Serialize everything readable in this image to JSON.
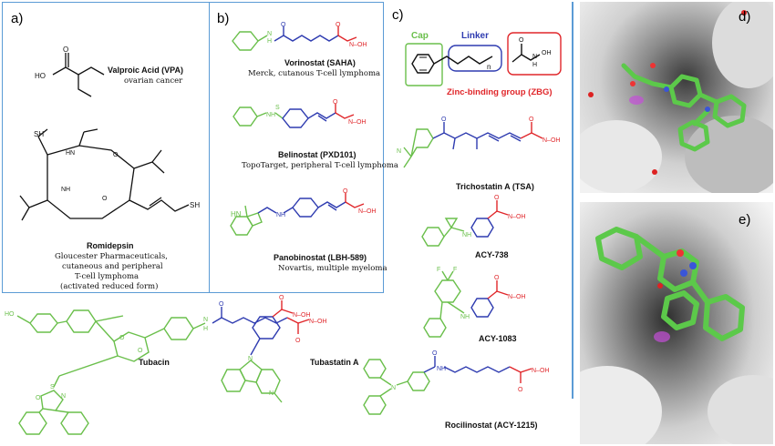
{
  "panels": {
    "a": {
      "label": "a)",
      "compounds": [
        {
          "name": "Valproic Acid (VPA)",
          "description": "ovarian cancer"
        },
        {
          "name": "Romidepsin",
          "description": [
            "Gloucester Pharmaceuticals,",
            "cutaneous and peripheral",
            "T-cell lymphoma",
            "(activated reduced form)"
          ]
        }
      ]
    },
    "b": {
      "label": "b)",
      "compounds": [
        {
          "name": "Vorinostat (SAHA)",
          "description": "Merck, cutanous T-cell lymphoma"
        },
        {
          "name": "Belinostat (PXD101)",
          "description": "TopoTarget, peripheral T-cell lymphoma"
        },
        {
          "name": "Panobinostat (LBH-589)",
          "description": "Novartis, multiple myeloma"
        }
      ]
    },
    "c": {
      "label": "c)",
      "pharmacophore": {
        "cap": "Cap",
        "linker": "Linker",
        "zbg": "Zinc-binding group (ZBG)",
        "n": "n"
      },
      "compounds": [
        {
          "name": "Trichostatin A (TSA)"
        },
        {
          "name": "ACY-738"
        },
        {
          "name": "ACY-1083"
        },
        {
          "name": "Rocilinostat (ACY-1215)"
        }
      ]
    },
    "d": {
      "label": "d)"
    },
    "e": {
      "label": "e)"
    },
    "bottom": {
      "compounds": [
        {
          "name": "Tubacin"
        },
        {
          "name": "Tubastatin A"
        }
      ]
    }
  },
  "atoms": {
    "O": "O",
    "OH": "OH",
    "HO": "HO",
    "N": "N",
    "H": "H",
    "NH": "NH",
    "N_OH": "N–OH",
    "S": "S",
    "SH": "SH",
    "F": "F",
    "HN": "HN"
  },
  "colors": {
    "cap": "#6abf4b",
    "linker": "#2e3bb0",
    "zbg": "#e0262a",
    "frame": "#5b9bd5",
    "black": "#111111"
  }
}
